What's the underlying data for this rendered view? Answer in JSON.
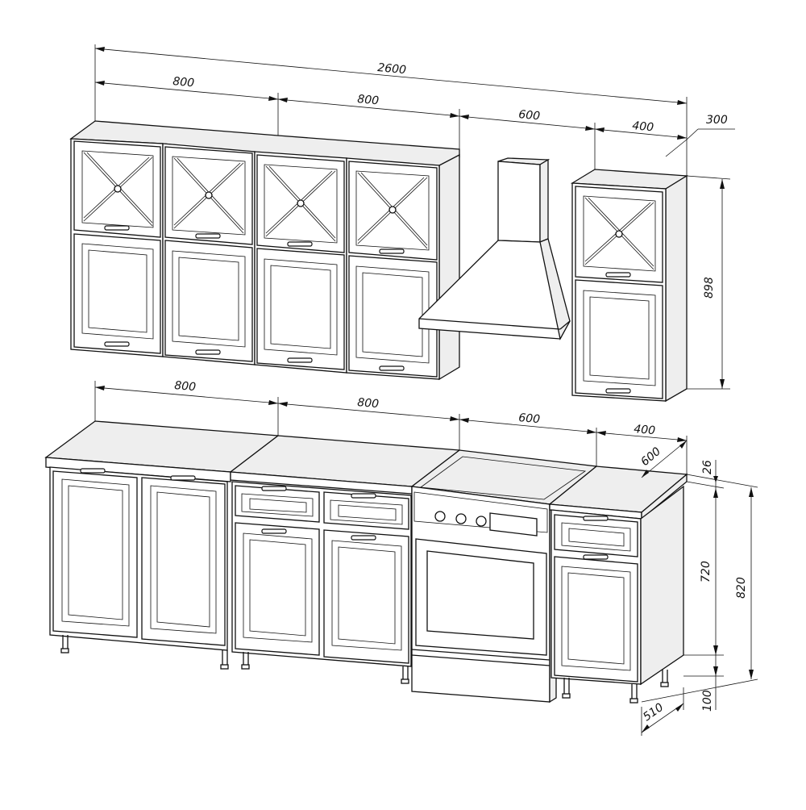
{
  "dimensions": {
    "total_width": "2600",
    "upper_800_left": "800",
    "upper_800_right": "800",
    "upper_600": "600",
    "upper_400": "400",
    "upper_depth": "300",
    "upper_height": "898",
    "lower_800_left": "800",
    "lower_800_right": "800",
    "lower_600": "600",
    "lower_400": "400",
    "lower_depth": "600",
    "counter_thickness": "26",
    "cabinet_height": "720",
    "total_height": "820",
    "leg_height": "100",
    "plinth_depth": "510"
  }
}
